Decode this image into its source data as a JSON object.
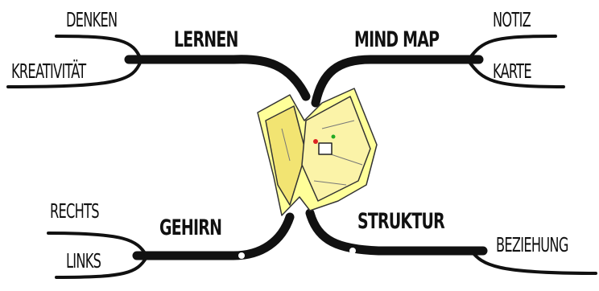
{
  "branches": {
    "top_left": {
      "main": "LERNEN",
      "subs": [
        "DENKEN",
        "KREATIVITÄT"
      ]
    },
    "top_right": {
      "main": "MIND MAP",
      "subs": [
        "NOTIZ",
        "KARTE"
      ]
    },
    "bottom_left": {
      "main": "GEHIRN",
      "subs": [
        "RECHTS",
        "LINKS"
      ]
    },
    "bottom_right": {
      "main": "STRUKTUR",
      "subs": [
        "BEZIEHUNG"
      ]
    }
  },
  "center_icon": "crumpled-map-icon",
  "colors": {
    "branch": "#111111",
    "paper_light": "#ffff99",
    "paper_mid": "#f2e472",
    "background": "#ffffff"
  }
}
